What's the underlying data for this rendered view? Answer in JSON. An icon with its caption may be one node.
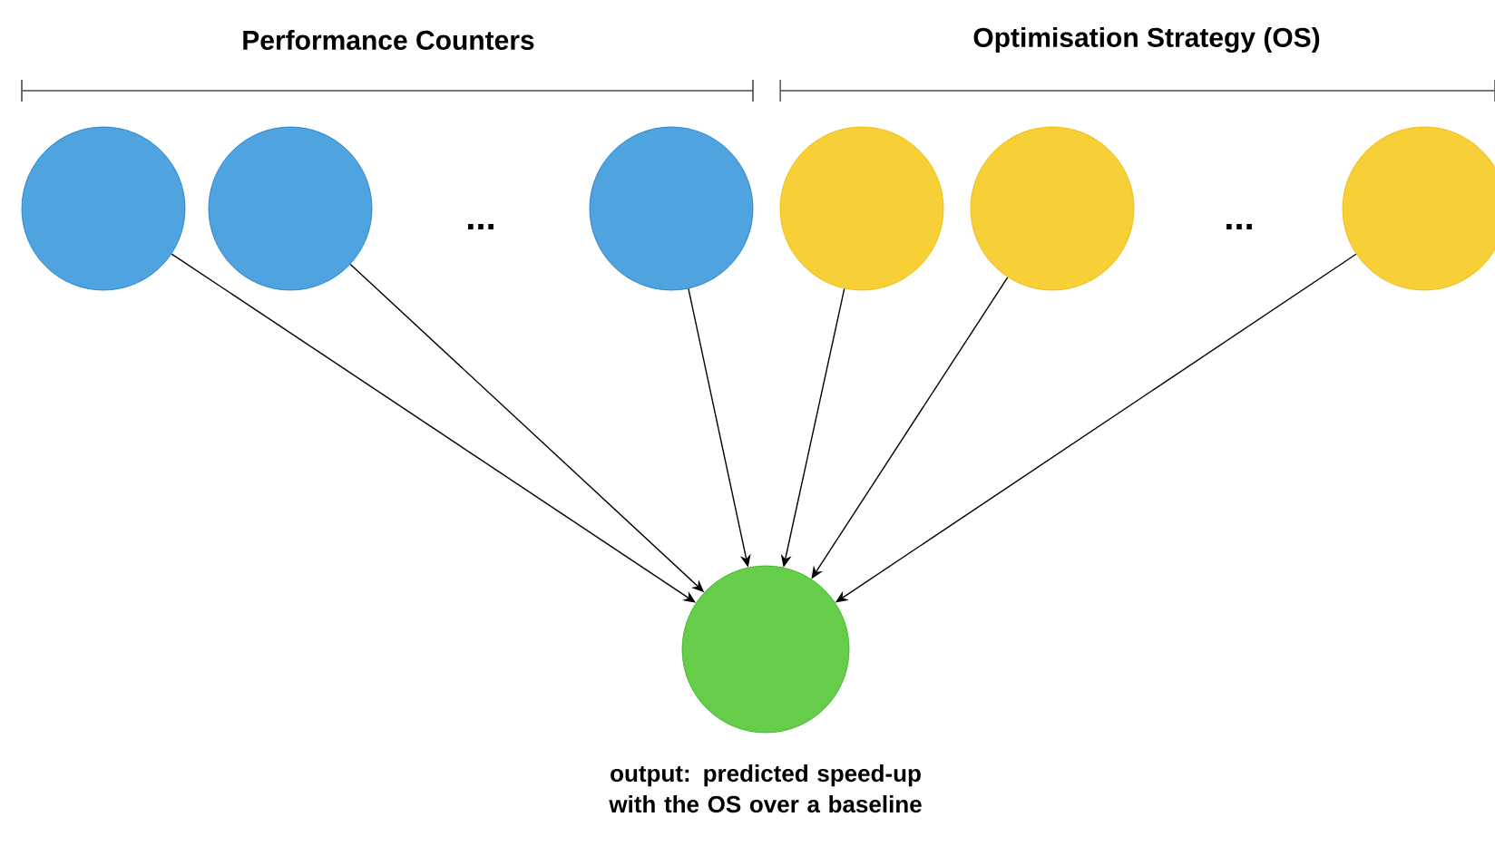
{
  "diagram": {
    "nodes": [
      {
        "text": [],
        "shape": "circle"
      },
      {
        "text": [],
        "shape": "circle"
      },
      {
        "text": [],
        "shape": "circle"
      },
      {
        "text": [],
        "shape": "circle"
      },
      {
        "text": [],
        "shape": "circle"
      },
      {
        "text": [],
        "shape": "circle"
      },
      {
        "text": [],
        "shape": "circle",
        "beside": [
          "output: predicted speed-up with the OS over a baseline"
        ]
      }
    ],
    "edges": [
      {
        "from": 0,
        "to": 6,
        "arrow": "to"
      },
      {
        "from": 1,
        "to": 6,
        "arrow": "to"
      },
      {
        "from": 2,
        "to": 6,
        "arrow": "to"
      },
      {
        "from": 3,
        "to": 6,
        "arrow": "to"
      },
      {
        "from": 4,
        "to": 6,
        "arrow": "to"
      },
      {
        "from": 5,
        "to": 6,
        "arrow": "to"
      }
    ],
    "labels": [
      "Performance Counters",
      "Optimisation Strategy (OS)",
      "...",
      "..."
    ]
  }
}
